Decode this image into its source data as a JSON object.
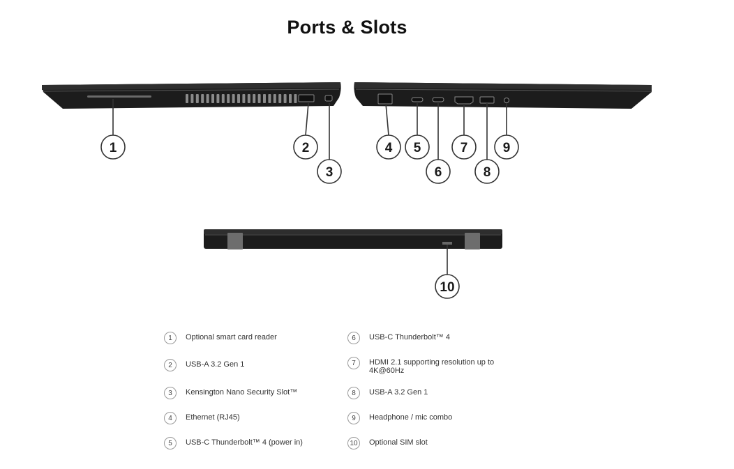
{
  "title": "Ports & Slots",
  "callouts": [
    "1",
    "2",
    "3",
    "4",
    "5",
    "6",
    "7",
    "8",
    "9",
    "10"
  ],
  "legend": [
    {
      "num": "1",
      "text": "Optional smart card reader"
    },
    {
      "num": "2",
      "text": "USB-A 3.2 Gen 1"
    },
    {
      "num": "3",
      "text": "Kensington Nano Security Slot™"
    },
    {
      "num": "4",
      "text": "Ethernet (RJ45)"
    },
    {
      "num": "5",
      "text": "USB-C Thunderbolt™ 4 (power in)"
    },
    {
      "num": "6",
      "text": "USB-C Thunderbolt™ 4"
    },
    {
      "num": "7",
      "text": "HDMI 2.1 supporting resolution up to 4K@60Hz"
    },
    {
      "num": "8",
      "text": "USB-A 3.2 Gen 1"
    },
    {
      "num": "9",
      "text": "Headphone / mic combo"
    },
    {
      "num": "10",
      "text": "Optional SIM slot"
    }
  ],
  "colors": {
    "laptop": "#1c1c1c",
    "laptop_edge": "#3a3a3a",
    "callout_stroke": "#333333"
  }
}
